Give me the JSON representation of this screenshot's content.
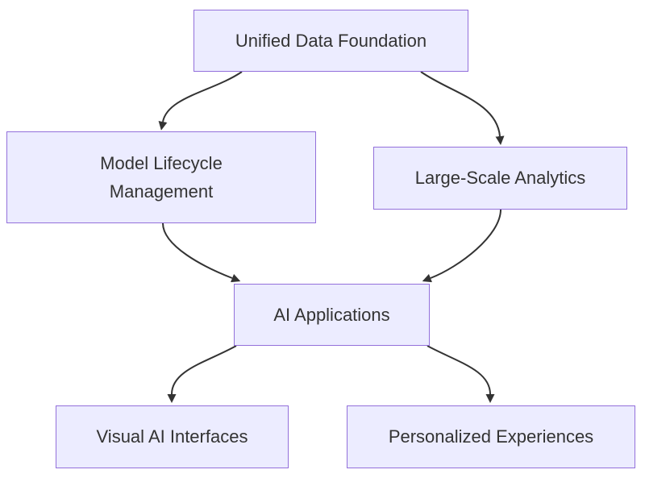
{
  "diagram": {
    "type": "flowchart",
    "direction": "top-down",
    "nodes": [
      {
        "id": "unified-data-foundation",
        "label": "Unified Data Foundation"
      },
      {
        "id": "model-lifecycle-management",
        "label": "Model Lifecycle\nManagement"
      },
      {
        "id": "large-scale-analytics",
        "label": "Large-Scale Analytics"
      },
      {
        "id": "ai-applications",
        "label": "AI Applications"
      },
      {
        "id": "visual-ai-interfaces",
        "label": "Visual AI Interfaces"
      },
      {
        "id": "personalized-experiences",
        "label": "Personalized Experiences"
      }
    ],
    "edges": [
      {
        "from": "unified-data-foundation",
        "to": "model-lifecycle-management"
      },
      {
        "from": "unified-data-foundation",
        "to": "large-scale-analytics"
      },
      {
        "from": "model-lifecycle-management",
        "to": "ai-applications"
      },
      {
        "from": "large-scale-analytics",
        "to": "ai-applications"
      },
      {
        "from": "ai-applications",
        "to": "visual-ai-interfaces"
      },
      {
        "from": "ai-applications",
        "to": "personalized-experiences"
      }
    ],
    "colors": {
      "node_fill": "#ECECFF",
      "node_border": "#9370DB",
      "text": "#333333",
      "edge": "#333333",
      "background": "#FFFFFF"
    }
  }
}
